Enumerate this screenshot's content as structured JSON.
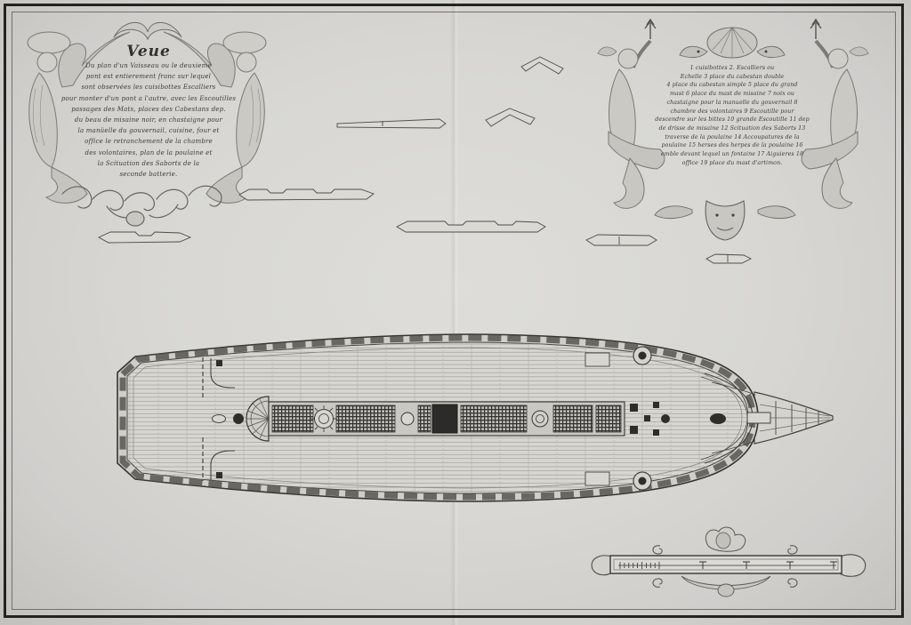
{
  "artwork": {
    "kind": "engraved ship deck plan sheet",
    "colors": {
      "paper": "#d8d7d3",
      "ink": "#44433f",
      "dark_ink": "#2e2d2a",
      "figure_shade": "#c6c4bf"
    }
  },
  "left_cartouche": {
    "title": "Veue",
    "lines": [
      "Du plan d'un Vaisseau ou le deuxieme",
      "pont est entierement franc sur lequel",
      "sont observées les cuisibottes Escalliers",
      "pour monter d'un pont a l'autre, avec les Escoutilles",
      "passages des Mats, places des Cabestans dep.",
      "du beau de misaine noir, en chastaigne pour",
      "la manüelle du gouvernail, cuisine, four et",
      "office le retranchement de la chambre",
      "des volontaires, plan de la poulaine et",
      "la Scituation des Saborts de la",
      "seconde batterie."
    ]
  },
  "right_cartouche": {
    "lines": [
      "1 cuisibottes 2. Escalliers ou",
      "Echelle 3 place du cabestan double",
      "4 place du cabestan simple 5 place du grand",
      "mast 6 place du mast de misaine 7 noix ou",
      "chastaigne pour la manuelle du gouvernail 8",
      "chambre des volontaires 9 Escoutille pour",
      "descendre sur les bittes 10 grande Escoutille 11 dep",
      "de drisse de misaine 12 Scituation des Saborts 13",
      "traverse de la poulaine 14 Accoupatures de la",
      "poulaine 15 herses des herpes de la poulaine 16",
      "emble devant lequel un fontaine 17 Aiguieres 18",
      "office 19 place du mast d'artimon."
    ]
  }
}
